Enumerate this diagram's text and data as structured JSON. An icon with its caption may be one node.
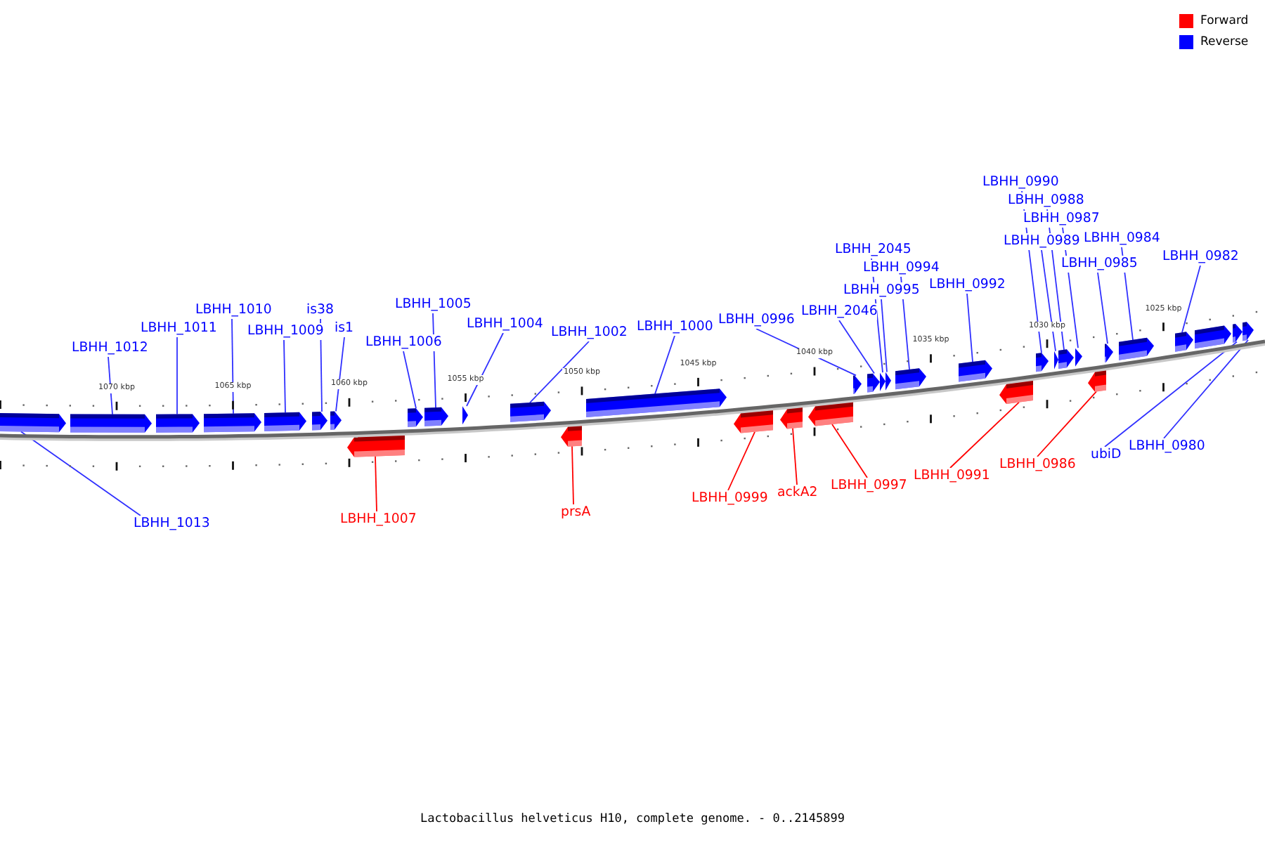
{
  "diagram": {
    "caption": "Lactobacillus helveticus H10, complete genome. - 0..2145899",
    "nodes": [
      {
        "text": [
          "LBHH_0990"
        ]
      },
      {
        "text": [
          "LBHH_0988"
        ]
      },
      {
        "text": [
          "LBHH_0987"
        ]
      },
      {
        "text": [
          "LBHH_2045"
        ]
      },
      {
        "text": [
          "LBHH_0989"
        ]
      },
      {
        "text": [
          "LBHH_0984"
        ]
      },
      {
        "text": [
          "LBHH_0985"
        ]
      },
      {
        "text": [
          "LBHH_0982"
        ]
      },
      {
        "text": [
          "LBHH_0994"
        ]
      },
      {
        "text": [
          "LBHH_0992"
        ]
      },
      {
        "text": [
          "LBHH_0995"
        ]
      },
      {
        "text": [
          "LBHH_1005"
        ]
      },
      {
        "text": [
          "is38"
        ]
      },
      {
        "text": [
          "LBHH_1010"
        ]
      },
      {
        "text": [
          "LBHH_2046"
        ]
      },
      {
        "text": [
          "LBHH_0996"
        ]
      },
      {
        "text": [
          "LBHH_1004"
        ]
      },
      {
        "text": [
          "LBHH_1000"
        ]
      },
      {
        "text": [
          "is1"
        ]
      },
      {
        "text": [
          "LBHH_1011"
        ]
      },
      {
        "text": [
          "LBHH_1009"
        ]
      },
      {
        "text": [
          "LBHH_1002"
        ]
      },
      {
        "text": [
          "LBHH_1006"
        ]
      },
      {
        "text": [
          "LBHH_1012"
        ]
      },
      {
        "text": [
          "LBHH_0980"
        ]
      },
      {
        "text": [
          "ubiD"
        ]
      },
      {
        "text": [
          "LBHH_0986"
        ]
      },
      {
        "text": [
          "LBHH_0991"
        ]
      },
      {
        "text": [
          "LBHH_0997"
        ]
      },
      {
        "text": [
          "ackA2"
        ]
      },
      {
        "text": [
          "LBHH_0999"
        ]
      },
      {
        "text": [
          "prsA"
        ]
      },
      {
        "text": [
          "LBHH_1007"
        ]
      },
      {
        "text": [
          "LBHH_1013"
        ]
      },
      {
        "text": [],
        "shape": "arrow"
      },
      {
        "text": [],
        "shape": "arrow"
      },
      {
        "text": [],
        "shape": "arrow"
      },
      {
        "text": [],
        "shape": "arrow"
      },
      {
        "text": [],
        "shape": "arrow"
      },
      {
        "text": [],
        "shape": "arrow"
      },
      {
        "text": [],
        "shape": "arrow"
      },
      {
        "text": [],
        "shape": "arrow"
      },
      {
        "text": [],
        "shape": "arrow"
      },
      {
        "text": [],
        "shape": "arrow"
      },
      {
        "text": [],
        "shape": "arrow"
      },
      {
        "text": [],
        "shape": "arrow"
      },
      {
        "text": [],
        "shape": "arrow"
      },
      {
        "text": [],
        "shape": "arrow"
      },
      {
        "text": [],
        "shape": "arrow"
      },
      {
        "text": [],
        "shape": "arrow"
      },
      {
        "text": [],
        "shape": "arrow"
      },
      {
        "text": [],
        "shape": "arrow"
      },
      {
        "text": [],
        "shape": "arrow"
      },
      {
        "text": [],
        "shape": "arrow"
      },
      {
        "text": [],
        "shape": "arrow"
      },
      {
        "text": [],
        "shape": "arrow"
      },
      {
        "text": [],
        "shape": "arrow"
      },
      {
        "text": [],
        "shape": "arrow"
      },
      {
        "text": [],
        "shape": "arrow"
      },
      {
        "text": [],
        "shape": "arrow"
      },
      {
        "text": [],
        "shape": "arrow"
      },
      {
        "text": [],
        "shape": "arrow"
      },
      {
        "text": [],
        "shape": "arrow"
      },
      {
        "text": [],
        "shape": "arrow"
      },
      {
        "text": [],
        "shape": "arrow"
      },
      {
        "text": [],
        "shape": "arrow"
      },
      {
        "text": [],
        "shape": "arrow"
      },
      {
        "text": [],
        "shape": "arrow"
      },
      {
        "text": [],
        "shape": "arrow"
      }
    ],
    "edges": [
      {
        "from": 0,
        "to": 58,
        "arrow": "none"
      },
      {
        "from": 1,
        "to": 60,
        "arrow": "none"
      },
      {
        "from": 2,
        "to": 61,
        "arrow": "none"
      },
      {
        "from": 3,
        "to": 53,
        "arrow": "none"
      },
      {
        "from": 4,
        "to": 59,
        "arrow": "none"
      },
      {
        "from": 5,
        "to": 64,
        "arrow": "none"
      },
      {
        "from": 6,
        "to": 63,
        "arrow": "none"
      },
      {
        "from": 7,
        "to": 65,
        "arrow": "none"
      },
      {
        "from": 8,
        "to": 55,
        "arrow": "none"
      },
      {
        "from": 9,
        "to": 56,
        "arrow": "none"
      },
      {
        "from": 10,
        "to": 54,
        "arrow": "none"
      },
      {
        "from": 11,
        "to": 43,
        "arrow": "none"
      },
      {
        "from": 12,
        "to": 39,
        "arrow": "none"
      },
      {
        "from": 13,
        "to": 37,
        "arrow": "none"
      },
      {
        "from": 14,
        "to": 52,
        "arrow": "none"
      },
      {
        "from": 15,
        "to": 51,
        "arrow": "none"
      },
      {
        "from": 16,
        "to": 44,
        "arrow": "none"
      },
      {
        "from": 17,
        "to": 47,
        "arrow": "none"
      },
      {
        "from": 18,
        "to": 40,
        "arrow": "none"
      },
      {
        "from": 19,
        "to": 36,
        "arrow": "none"
      },
      {
        "from": 20,
        "to": 38,
        "arrow": "none"
      },
      {
        "from": 21,
        "to": 45,
        "arrow": "none"
      },
      {
        "from": 22,
        "to": 42,
        "arrow": "none"
      },
      {
        "from": 23,
        "to": 35,
        "arrow": "none"
      },
      {
        "from": 24,
        "to": 68,
        "arrow": "none"
      },
      {
        "from": 25,
        "to": 67,
        "arrow": "none"
      },
      {
        "from": 26,
        "to": 62,
        "arrow": "none",
        "color": "#ff0000"
      },
      {
        "from": 27,
        "to": 57,
        "arrow": "none",
        "color": "#ff0000"
      },
      {
        "from": 28,
        "to": 50,
        "arrow": "none",
        "color": "#ff0000"
      },
      {
        "from": 29,
        "to": 49,
        "arrow": "none",
        "color": "#ff0000"
      },
      {
        "from": 30,
        "to": 48,
        "arrow": "none",
        "color": "#ff0000"
      },
      {
        "from": 31,
        "to": 46,
        "arrow": "none",
        "color": "#ff0000"
      },
      {
        "from": 32,
        "to": 41,
        "arrow": "none",
        "color": "#ff0000"
      },
      {
        "from": 33,
        "to": 34,
        "arrow": "none"
      }
    ],
    "labels": [
      "1070 kbp",
      "1065 kbp",
      "1060 kbp",
      "1055 kbp",
      "1050 kbp",
      "1045 kbp",
      "1040 kbp",
      "1035 kbp",
      "1030 kbp",
      "1025 kbp"
    ],
    "legend": [
      {
        "text": "Forward",
        "color": "#ff0000"
      },
      {
        "text": "Reverse",
        "color": "#0000ff"
      }
    ]
  }
}
